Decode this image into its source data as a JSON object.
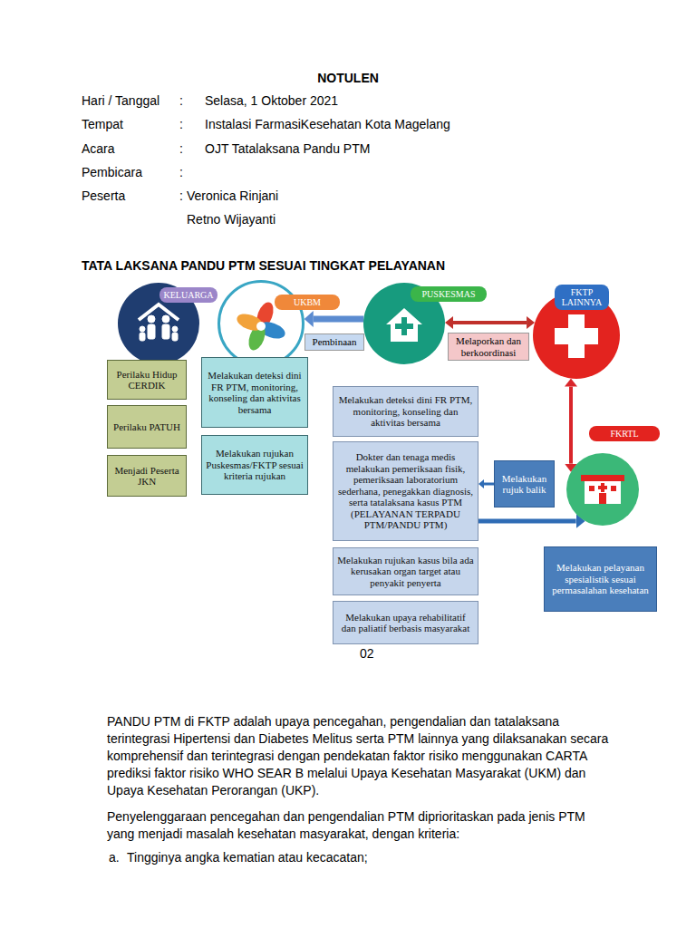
{
  "diagram": {
    "title": "TATA LAKSANA PANDU PTM SESUAI TINGKAT PELAYANAN",
    "nodes": [
      {
        "text": [
          "KELUARGA"
        ]
      },
      {
        "text": [
          "Perilaku Hidup CERDIK"
        ]
      },
      {
        "text": [
          "Perilaku PATUH"
        ]
      },
      {
        "text": [
          "Menjadi Peserta JKN"
        ]
      },
      {
        "text": [
          "UKBM"
        ]
      },
      {
        "text": [
          "Melakukan deteksi dini FR PTM, monitoring, konseling dan aktivitas bersama"
        ]
      },
      {
        "text": [
          "Melakukan rujukan Puskesmas/FKTP sesuai kriteria rujukan"
        ]
      },
      {
        "text": [
          "PUSKESMAS"
        ]
      },
      {
        "text": [
          "Melakukan deteksi dini FR PTM, monitoring, konseling dan aktivitas bersama"
        ]
      },
      {
        "text": [
          "Dokter dan tenaga medis melakukan pemeriksaan fisik, pemeriksaan laboratorium sederhana, penegakkan diagnosis, serta tatalaksana kasus PTM (PELAYANAN TERPADU PTM/PANDU PTM)"
        ]
      },
      {
        "text": [
          "Melakukan rujukan kasus bila ada kerusakan organ target atau penyakit penyerta"
        ]
      },
      {
        "text": [
          "Melakukan upaya rehabilitatif dan paliatif berbasis masyarakat"
        ]
      },
      {
        "text": [
          "FKTP LAINNYA"
        ]
      },
      {
        "text": [
          "FKRTL"
        ]
      },
      {
        "text": [
          "Melakukan rujuk balik"
        ]
      },
      {
        "text": [
          "Melakukan pelayanan spesialistik sesuai permasalahan kesehatan"
        ]
      }
    ],
    "edges": [
      {
        "from": 7,
        "to": 4,
        "arrow": "to",
        "label": "Pembinaan"
      },
      {
        "from": 7,
        "to": 12,
        "arrow": "both",
        "label": "Melaporkan dan berkoordinasi"
      },
      {
        "from": 12,
        "to": 13,
        "arrow": "both"
      },
      {
        "from": 9,
        "to": 13,
        "arrow": "to"
      },
      {
        "from": 14,
        "to": 9,
        "arrow": "to"
      }
    ],
    "labels": [
      "NOTULEN",
      "Hari / Tanggal",
      ":",
      "Selasa, 1 Oktober 2021",
      "Tempat",
      ":",
      "Instalasi FarmasiKesehatan Kota Magelang",
      "Acara",
      ":",
      "OJT Tatalaksana Pandu PTM",
      "Pembicara",
      ":",
      "Peserta",
      ":",
      "Veronica Rinjani",
      "Retno Wijayanti",
      "02",
      "PANDU PTM di FKTP adalah upaya pencegahan, pengendalian dan tatalaksana terintegrasi Hipertensi dan Diabetes Melitus serta PTM lainnya yang dilaksanakan secara komprehensif dan terintegrasi dengan pendekatan faktor risiko menggunakan CARTA prediksi faktor risiko WHO SEAR B melalui Upaya Kesehatan Masyarakat (UKM) dan Upaya Kesehatan Perorangan (UKP).",
      "Penyelenggaraan pencegahan dan pengendalian PTM diprioritaskan pada jenis PTM yang menjadi masalah kesehatan masyarakat, dengan kriteria:",
      "a.",
      "Tingginya angka kematian atau kecacatan;"
    ]
  }
}
